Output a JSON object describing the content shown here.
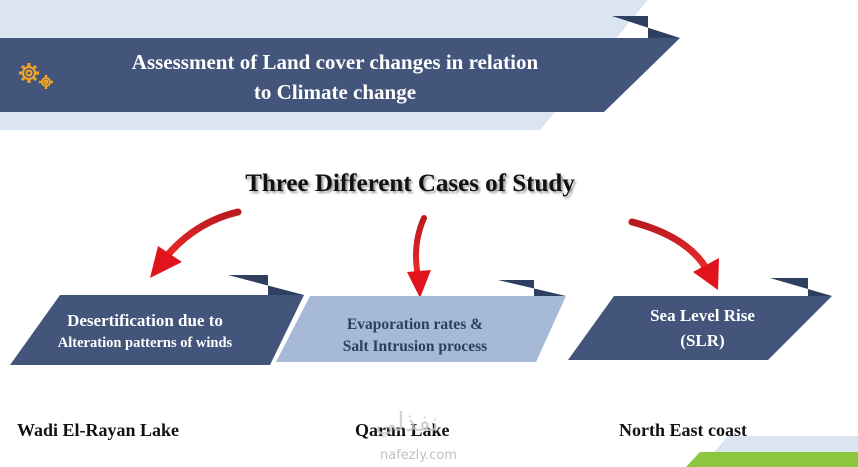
{
  "banner": {
    "title_line1": "Assessment of Land cover changes in relation",
    "title_line2": "to Climate change",
    "icon": "gears-icon"
  },
  "heading": "Three Different Cases of  Study",
  "cases": [
    {
      "line1": "Desertification due to",
      "line2": "Alteration patterns of winds",
      "location": "Wadi El-Rayan Lake"
    },
    {
      "line1": "Evaporation rates &",
      "line2": "Salt Intrusion process",
      "location": "Qarun Lake"
    },
    {
      "line1": "Sea Level Rise",
      "line2": "(SLR)",
      "location": "North East coast"
    }
  ],
  "watermark": {
    "arabic": "نفذلي",
    "url": "nafezly.com"
  },
  "colors": {
    "navy": "#43557a",
    "dark_navy": "#2f3f5f",
    "light_blue": "#a6b9d6",
    "pale_blue": "#dbe5f2",
    "arrow_red": "#e0141c",
    "green": "#8cc63f"
  }
}
